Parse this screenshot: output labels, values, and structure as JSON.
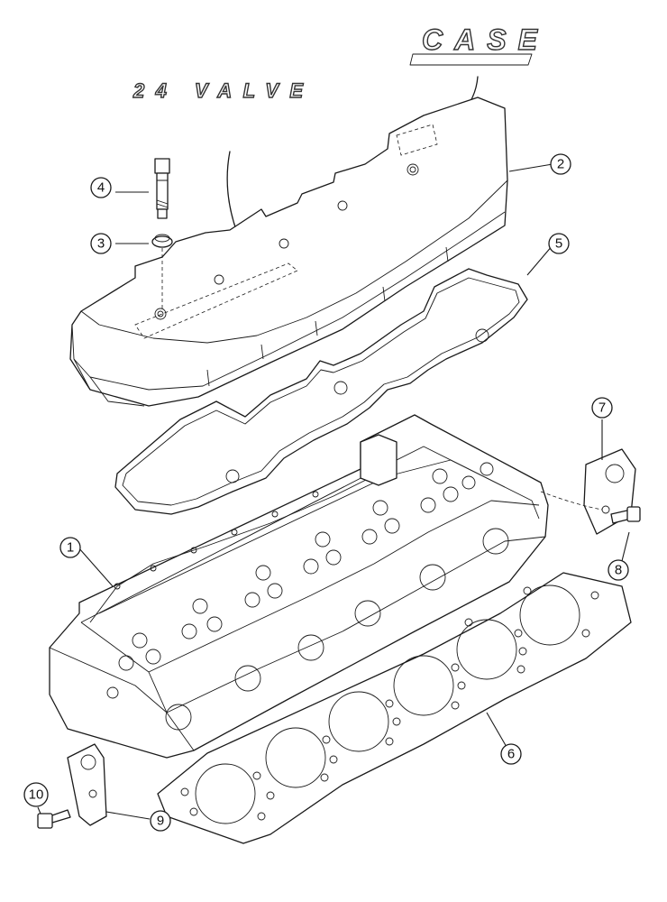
{
  "logos": {
    "brand": "CASE",
    "engine_decal": "24 VALVE"
  },
  "callouts": [
    {
      "id": "1",
      "part": "cylinder-head"
    },
    {
      "id": "2",
      "part": "valve-cover"
    },
    {
      "id": "3",
      "part": "sealing-washer"
    },
    {
      "id": "4",
      "part": "cover-bolt"
    },
    {
      "id": "5",
      "part": "valve-cover-gasket"
    },
    {
      "id": "6",
      "part": "head-gasket"
    },
    {
      "id": "7",
      "part": "lifting-bracket-rear"
    },
    {
      "id": "8",
      "part": "bracket-bolt-rear"
    },
    {
      "id": "9",
      "part": "lifting-bracket-front"
    },
    {
      "id": "10",
      "part": "bracket-bolt-front"
    }
  ]
}
